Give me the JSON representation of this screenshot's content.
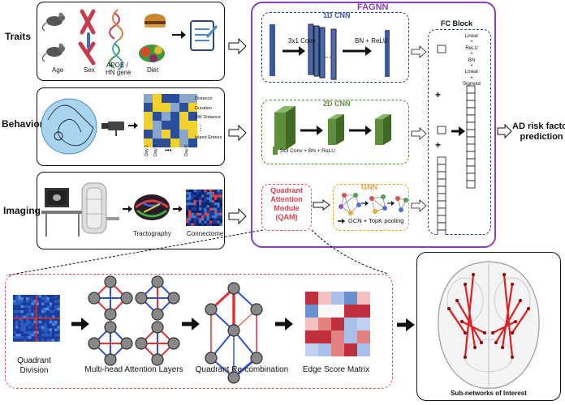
{
  "rows": {
    "traits": "Traits",
    "behavior": "Behavior",
    "imaging": "Imaging"
  },
  "traits": {
    "age": "Age",
    "sex": "Sex",
    "apoe_line1": "APOE /",
    "apoe_line2": "HN gene",
    "diet": "Diet"
  },
  "behavior": {
    "heatmap_labels": [
      "Distance",
      "Duration",
      "SW Distance",
      "⋮",
      "Island Entries"
    ],
    "heatmap_days": [
      "Day 1",
      "Day 2",
      "•••",
      "Day 6"
    ]
  },
  "imaging": {
    "tractography": "Tractography",
    "connectome": "Connectome"
  },
  "fagnn": {
    "title": "FAGNN",
    "cnn1d": {
      "title": "1D CNN",
      "conv": "3x1 Conv",
      "bn": "BN + ReLU"
    },
    "cnn2d": {
      "title": "2D CNN",
      "legend": "3x3 Conv + BN + ReLU"
    },
    "gnn": {
      "title": "GNN",
      "legend": "GCN + TopK pooling"
    },
    "qam": {
      "line1": "Quadrant",
      "line2": "Attention",
      "line3": "Module",
      "line4": "(QAM)"
    },
    "fc": {
      "title": "FC Block",
      "layers": [
        "Linear",
        "+",
        "ReLU",
        "+",
        "BN",
        "+",
        "Linear",
        "+",
        "Sigmoid"
      ]
    },
    "plus": "+"
  },
  "output": {
    "line1": "AD risk factor",
    "line2": "prediction"
  },
  "qam_detail": {
    "quadrant_line1": "Quadrant",
    "quadrant_line2": "Division",
    "attention": "Multi-head Attention Layers",
    "recombination": "Quadrant Re-combination",
    "edge_score": "Edge Score Matrix"
  },
  "subnetworks": "Sub-networks of Interest",
  "colors": {
    "purple": "#8a3fb7",
    "blue_dash": "#1f3c88",
    "green_dash": "#4c8a2e",
    "orange_dash": "#f0a030",
    "red_dash": "#e05060",
    "cnn_blue": "#3c5b9c",
    "cnn_green": "#5e8f3c"
  }
}
